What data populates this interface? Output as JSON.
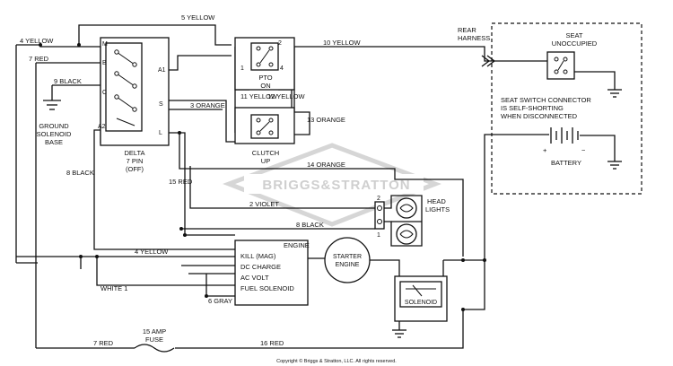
{
  "wires": {
    "w5_yellow": "5 YELLOW",
    "w4_yellow_top": "4 YELLOW",
    "w7_red_top": "7 RED",
    "w9_black": "9 BLACK",
    "w3_orange": "3 ORANGE",
    "w10_yellow": "10 YELLOW",
    "w11_yellow": "11 YELLOW",
    "w12_yellow": "12 YELLOW",
    "w13_orange": "13 ORANGE",
    "w14_orange": "14 ORANGE",
    "w15_red": "15 RED",
    "w8_black_side": "8 BLACK",
    "w2_violet": "2 VIOLET",
    "w8_black": "8 BLACK",
    "w4_yellow": "4 YELLOW",
    "w1_white": "WHITE 1",
    "w6_gray": "6 GRAY",
    "w7_red": "7 RED",
    "w16_red": "16 RED"
  },
  "delta": {
    "line1": "DELTA",
    "line2": "7 PIN",
    "line3": "(OFF)"
  },
  "delta_pins": {
    "m": "M",
    "b": "B",
    "c": "C",
    "a2": "A2",
    "a1": "A1",
    "s": "S",
    "l": "L"
  },
  "pto": {
    "line1": "PTO",
    "line2": "ON",
    "pin1": "1",
    "pin2": "2",
    "pin4": "4"
  },
  "clutch": {
    "line1": "CLUTCH",
    "line2": "UP"
  },
  "ground_solenoid": {
    "line1": "GROUND",
    "line2": "SOLENOID",
    "line3": "BASE"
  },
  "headlights": {
    "line1": "HEAD",
    "line2": "LIGHTS",
    "pin1": "1",
    "pin2": "2"
  },
  "engine": {
    "title": "ENGINE",
    "kill": "KILL (MAG)",
    "dc_charge": "DC CHARGE",
    "ac_volt": "AC VOLT",
    "fuel_solenoid": "FUEL SOLENOID"
  },
  "starter": {
    "line1": "STARTER",
    "line2": "ENGINE"
  },
  "solenoid": {
    "label": "SOLENOID"
  },
  "fuse": {
    "line1": "15 AMP",
    "line2": "FUSE"
  },
  "rear_harness": {
    "line1": "REAR",
    "line2": "HARNESS"
  },
  "seat": {
    "line1": "SEAT",
    "line2": "UNOCCUPIED",
    "note1": "SEAT SWITCH CONNECTOR",
    "note2": "IS SELF-SHORTING",
    "note3": "WHEN DISCONNECTED"
  },
  "battery": {
    "label": "BATTERY",
    "plus": "+",
    "minus": "−"
  },
  "watermark": "BRIGGS&STRATTON",
  "copyright": "Copyright © Briggs & Stratton, LLC. All rights reserved."
}
